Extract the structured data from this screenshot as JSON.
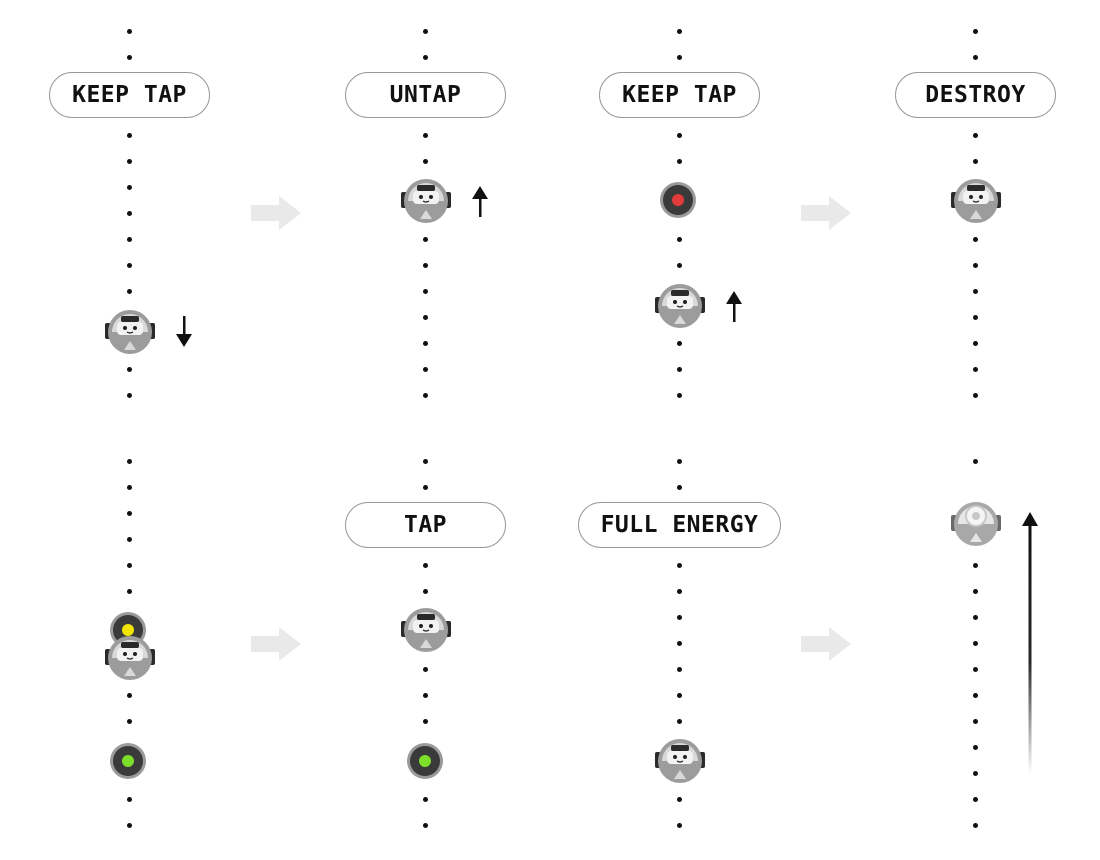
{
  "labels": {
    "keep_tap_1": "KEEP TAP",
    "untap": "UNTAP",
    "keep_tap_2": "KEEP TAP",
    "destroy": "DESTROY",
    "tap": "TAP",
    "full_energy": "FULL ENERGY"
  },
  "colors": {
    "node_red": "#e23b3b",
    "node_yellow": "#f2e600",
    "node_green": "#7ce02a",
    "node_ring": "#3a3a3a",
    "node_outer": "#9a9a9a",
    "step_arrow": "#e9e9e9",
    "dot": "#111111"
  },
  "icons": {
    "robot": "robot-icon",
    "robot_ghost": "robot-ghost-icon",
    "move_down": "arrow-down-icon",
    "move_up": "arrow-up-icon",
    "step": "step-arrow-icon",
    "launch": "long-arrow-up-icon"
  }
}
